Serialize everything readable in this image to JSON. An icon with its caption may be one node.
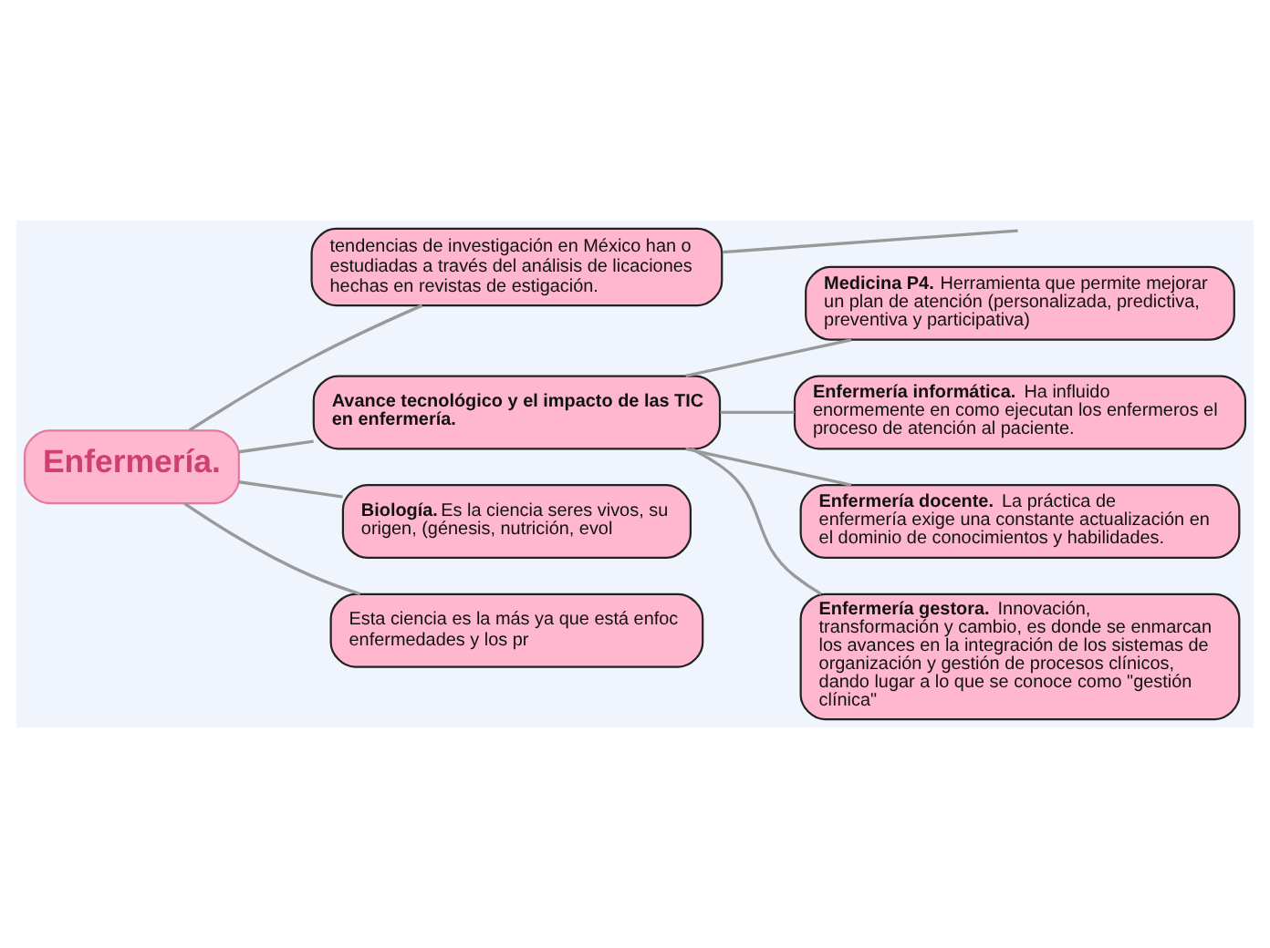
{
  "diagram": {
    "nodes": [
      {
        "text": [
          "Enfermería."
        ]
      },
      {
        "text": [
          "tendencias de investigación en México han o estudiadas a través del análisis de licaciones hechas en revistas de estigación."
        ]
      },
      {
        "text": [
          "Avance tecnológico y el impacto de las TIC en enfermería."
        ]
      },
      {
        "text": [
          "**Medicina P4.** Herramienta que permite mejorar un plan de atención (personalizada, predictiva, preventiva y participativa)"
        ]
      },
      {
        "text": [
          "**Enfermería informática.** Ha influido enormemente en como ejecutan los enfermeros el proceso de atención al paciente."
        ]
      },
      {
        "text": [
          "**Enfermería docente.** La práctica de enfermería exige una constante actualización en el dominio de conocimientos y habilidades."
        ]
      },
      {
        "text": [
          "**Enfermería gestora.** Innovación, transformación y cambio, es donde se enmarcan los avances en la integración de los sistemas de organización y gestión de procesos clínicos, dando lugar a lo que se conoce como \"gestión clínica\""
        ]
      },
      {
        "text": [
          "**Biología.** Es la ciencia seres vivos, su origen, (génesis, nutrición, evol"
        ]
      },
      {
        "text": [
          "Esta ciencia es la más ya que está enfoc enfermedades y los pr"
        ]
      }
    ],
    "edges": [
      {
        "from": 0,
        "to": 1,
        "arrow": "none"
      },
      {
        "from": 0,
        "to": 2,
        "arrow": "none"
      },
      {
        "from": 2,
        "to": 3,
        "arrow": "none"
      },
      {
        "from": 2,
        "to": 4,
        "arrow": "none"
      },
      {
        "from": 2,
        "to": 5,
        "arrow": "none"
      },
      {
        "from": 2,
        "to": 6,
        "arrow": "none"
      },
      {
        "from": 0,
        "to": 7,
        "arrow": "none"
      },
      {
        "from": 0,
        "to": 8,
        "arrow": "none"
      },
      {
        "from": 1,
        "to": null,
        "arrow": "none"
      }
    ]
  }
}
